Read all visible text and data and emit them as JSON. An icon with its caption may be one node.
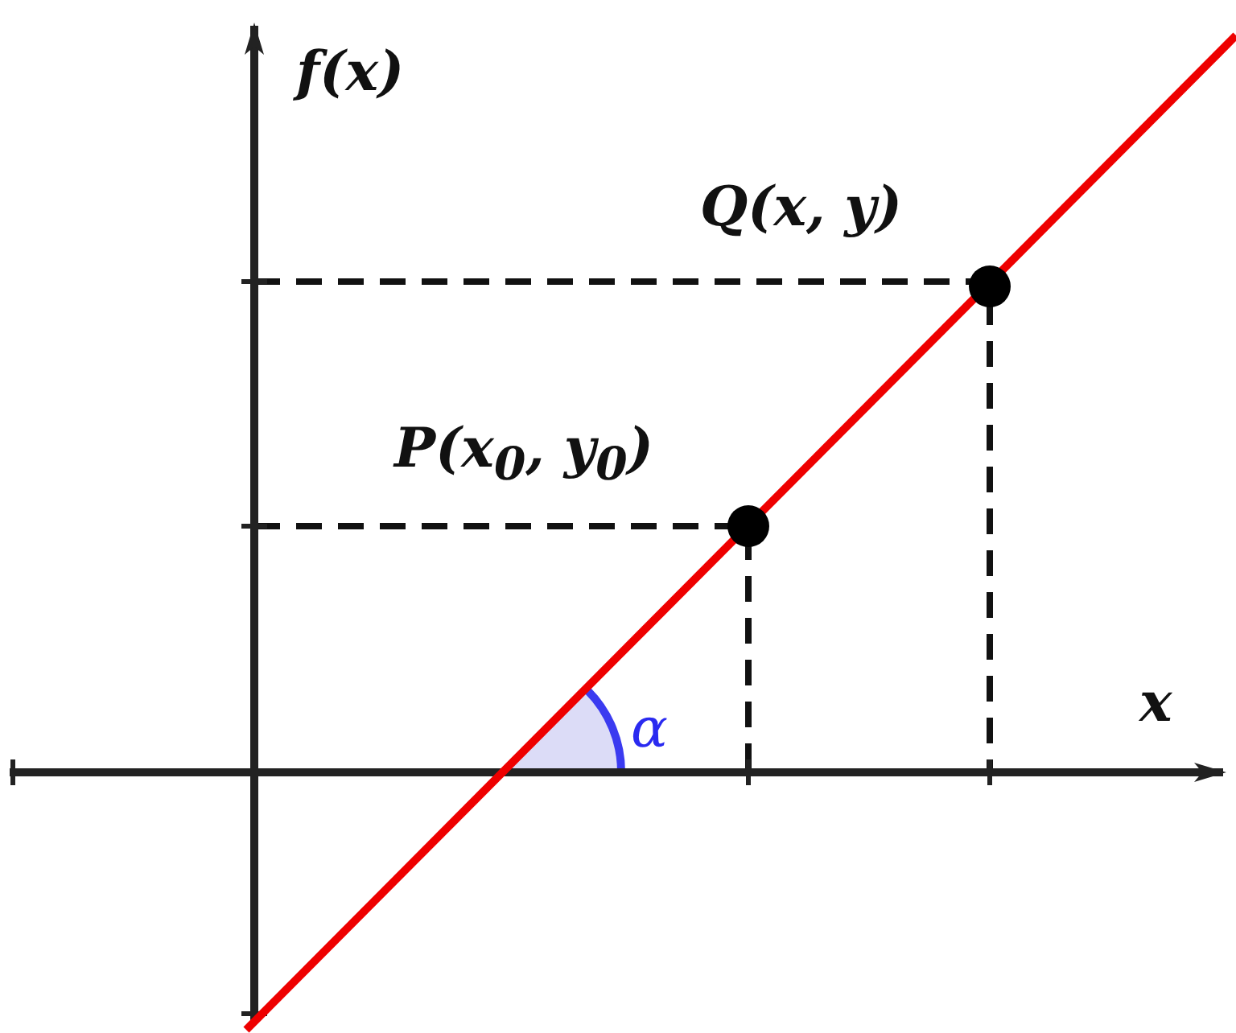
{
  "diagram": {
    "labels": [
      "f(x)",
      "Q(x, y)",
      "P(x$_{0}$, y$_{0}$)",
      "x",
      "α"
    ]
  }
}
